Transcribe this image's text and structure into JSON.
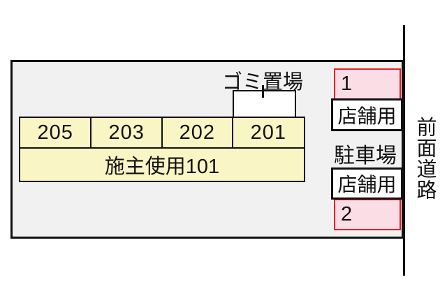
{
  "colors": {
    "ground_fill": "#F1F1F2",
    "unit_fill": "#FAF5C4",
    "parking_space_fill": "#FBDDE5",
    "parking_space_border": "#EE1C23",
    "line_color": "#111111"
  },
  "building": {
    "upper_units": [
      {
        "label": "205"
      },
      {
        "label": "203"
      },
      {
        "label": "202"
      },
      {
        "label": "201"
      }
    ],
    "lower_unit_label": "施主使用101"
  },
  "garbage": {
    "label": "ゴミ置場"
  },
  "parking": {
    "space_1": "1",
    "store_use_upper": "店舗用",
    "lot_label": "駐車場",
    "store_use_lower": "店舗用",
    "space_2": "2"
  },
  "road": {
    "label": "前面道路"
  }
}
